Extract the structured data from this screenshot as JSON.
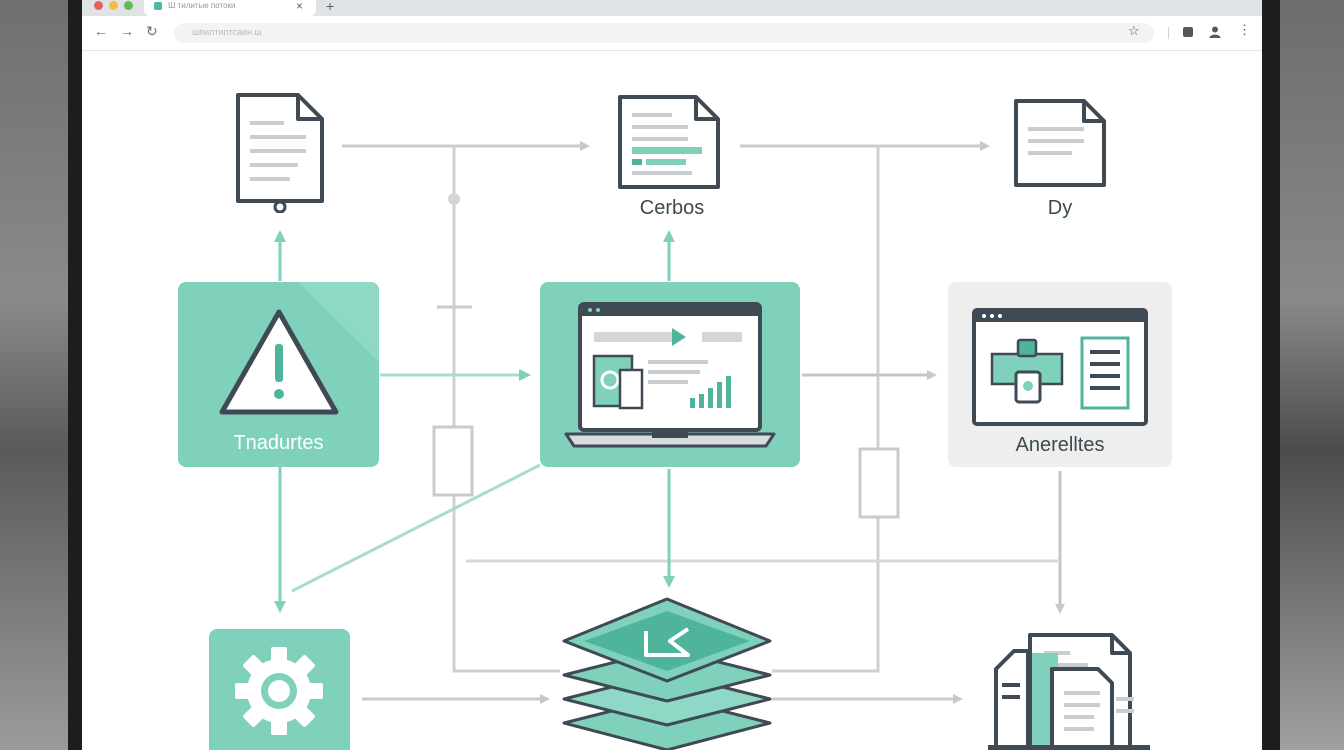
{
  "browser": {
    "tab_title": "Ш тилитые потоки",
    "close_glyph": "×",
    "new_tab_glyph": "+",
    "address_text": "шпилтиптсаин.ш",
    "back_glyph": "←",
    "forward_glyph": "→",
    "reload_glyph": "↻",
    "star_glyph": "☆",
    "menu_glyph": "⋮",
    "traffic_colors": [
      "#e8605a",
      "#f2bd3d",
      "#58c04e"
    ]
  },
  "diagram": {
    "labels": {
      "top_center": "Cerbos",
      "top_right": "Dy",
      "mid_left": "Tnadurtes",
      "mid_right": "Anerelltes"
    },
    "colors": {
      "accent": "#7fd1bc",
      "accent_dark": "#4fb49c",
      "line_gray": "#c7cbcd",
      "outline": "#3f4a55",
      "panel_gray": "#eeeeee"
    },
    "icons": [
      "document-icon",
      "document-chart-icon",
      "document-icon",
      "warning-icon",
      "laptop-icon",
      "browser-window-icon",
      "gear-icon",
      "layers-icon",
      "documents-stack-icon"
    ]
  }
}
